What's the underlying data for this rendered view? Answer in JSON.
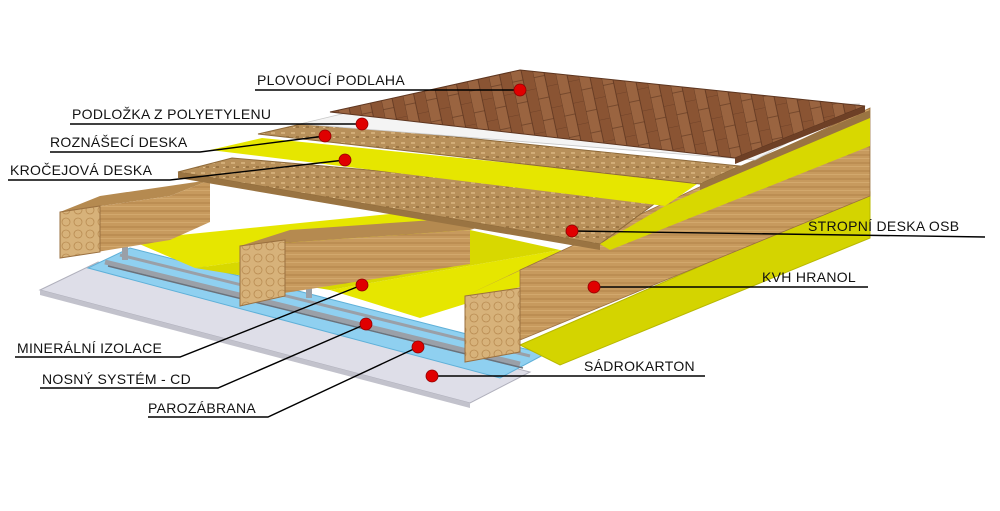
{
  "labels": {
    "plovouci_podlaha": "PLOVOUCÍ PODLAHA",
    "podlozka": "PODLOŽKA Z POLYETYLENU",
    "roznaseci": "ROZNÁŠECÍ DESKA",
    "krocejova": "KROČEJOVÁ DESKA",
    "stropni_osb": "STROPNÍ DESKA OSB",
    "kvh_hranol": "KVH HRANOL",
    "sadrokarton": "SÁDROKARTON",
    "mineralni": "MINERÁLNÍ IZOLACE",
    "nosny_system": "NOSNÝ SYSTÉM - CD",
    "parozabrana": "PAROZÁBRANA"
  },
  "colors": {
    "marker": "#e00000",
    "leader": "#000000",
    "parquet": "#8a5433",
    "osb": "#b8905a",
    "insulation": "#e6e600",
    "timber": "#c79a5e",
    "vapor_barrier": "#8fd0f0",
    "plasterboard": "#dedee8"
  }
}
